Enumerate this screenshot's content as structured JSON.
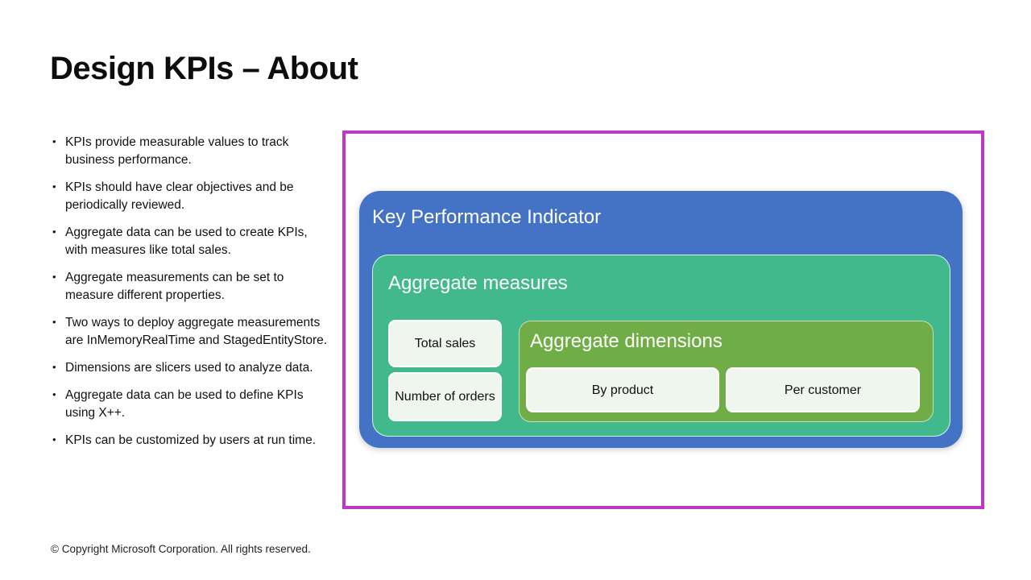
{
  "slide": {
    "title": "Design KPIs – About",
    "footer": "© Copyright Microsoft Corporation. All rights reserved."
  },
  "bullets": {
    "items": [
      "KPIs provide measurable values to track business performance.",
      "KPIs should have clear objectives and be periodically reviewed.",
      "Aggregate data can be used to create KPIs, with measures like total sales.",
      "Aggregate measurements can be set to measure different properties.",
      "Two ways to deploy aggregate measurements are InMemoryRealTime and StagedEntityStore.",
      "Dimensions are slicers used to analyze data.",
      "Aggregate data can be used to define KPIs using X++.",
      "KPIs can be customized by users at run time."
    ]
  },
  "diagram": {
    "kpi_label": "Key Performance Indicator",
    "measures_label": "Aggregate measures",
    "measure_items": [
      "Total sales",
      "Number of orders"
    ],
    "dimensions_label": "Aggregate dimensions",
    "dimension_items": [
      "By product",
      "Per customer"
    ],
    "colors": {
      "highlight_frame": "#bc39c6",
      "kpi_box": "#4472c4",
      "measures_box": "#41b98c",
      "dimensions_box": "#70ad47",
      "item_box_bg": "#eff6ee",
      "label_text": "#ffffff"
    }
  }
}
